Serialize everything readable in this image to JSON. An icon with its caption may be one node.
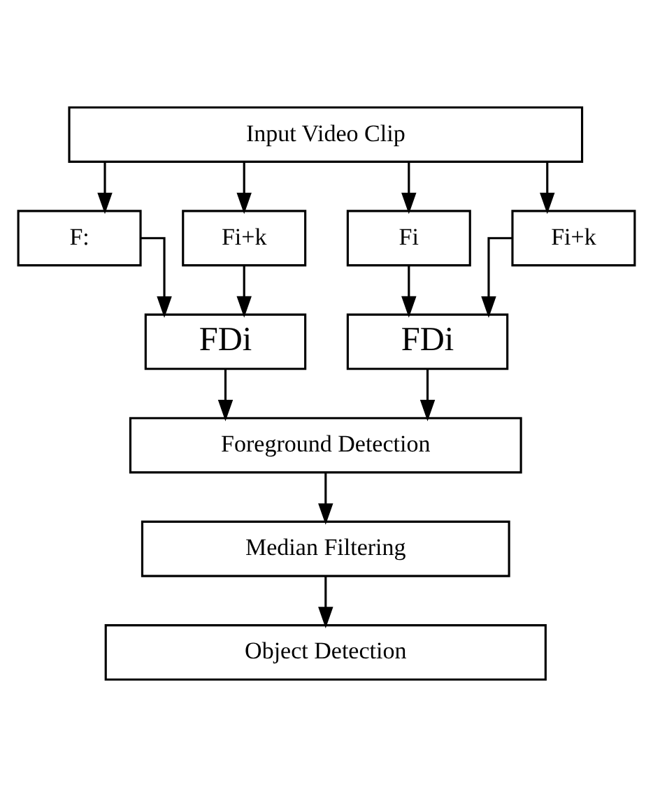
{
  "diagram": {
    "nodes": [
      {
        "text": [
          "Input Video Clip"
        ]
      },
      {
        "text": [
          "F:"
        ]
      },
      {
        "text": [
          "Fi+k"
        ]
      },
      {
        "text": [
          "Fi"
        ]
      },
      {
        "text": [
          "Fi+k"
        ]
      },
      {
        "text": [
          "FDi"
        ]
      },
      {
        "text": [
          "FDi"
        ]
      },
      {
        "text": [
          "Foreground Detection"
        ]
      },
      {
        "text": [
          "Median Filtering"
        ]
      },
      {
        "text": [
          "Object Detection"
        ]
      }
    ],
    "edges": [
      {
        "from": 0,
        "to": 1,
        "arrow": "to"
      },
      {
        "from": 0,
        "to": 2,
        "arrow": "to"
      },
      {
        "from": 0,
        "to": 3,
        "arrow": "to"
      },
      {
        "from": 0,
        "to": 4,
        "arrow": "to"
      },
      {
        "from": 1,
        "to": 5,
        "arrow": "to"
      },
      {
        "from": 2,
        "to": 5,
        "arrow": "to"
      },
      {
        "from": 3,
        "to": 6,
        "arrow": "to"
      },
      {
        "from": 4,
        "to": 6,
        "arrow": "to"
      },
      {
        "from": 5,
        "to": 7,
        "arrow": "to"
      },
      {
        "from": 6,
        "to": 7,
        "arrow": "to"
      },
      {
        "from": 7,
        "to": 8,
        "arrow": "to"
      },
      {
        "from": 8,
        "to": 9,
        "arrow": "to"
      }
    ]
  }
}
